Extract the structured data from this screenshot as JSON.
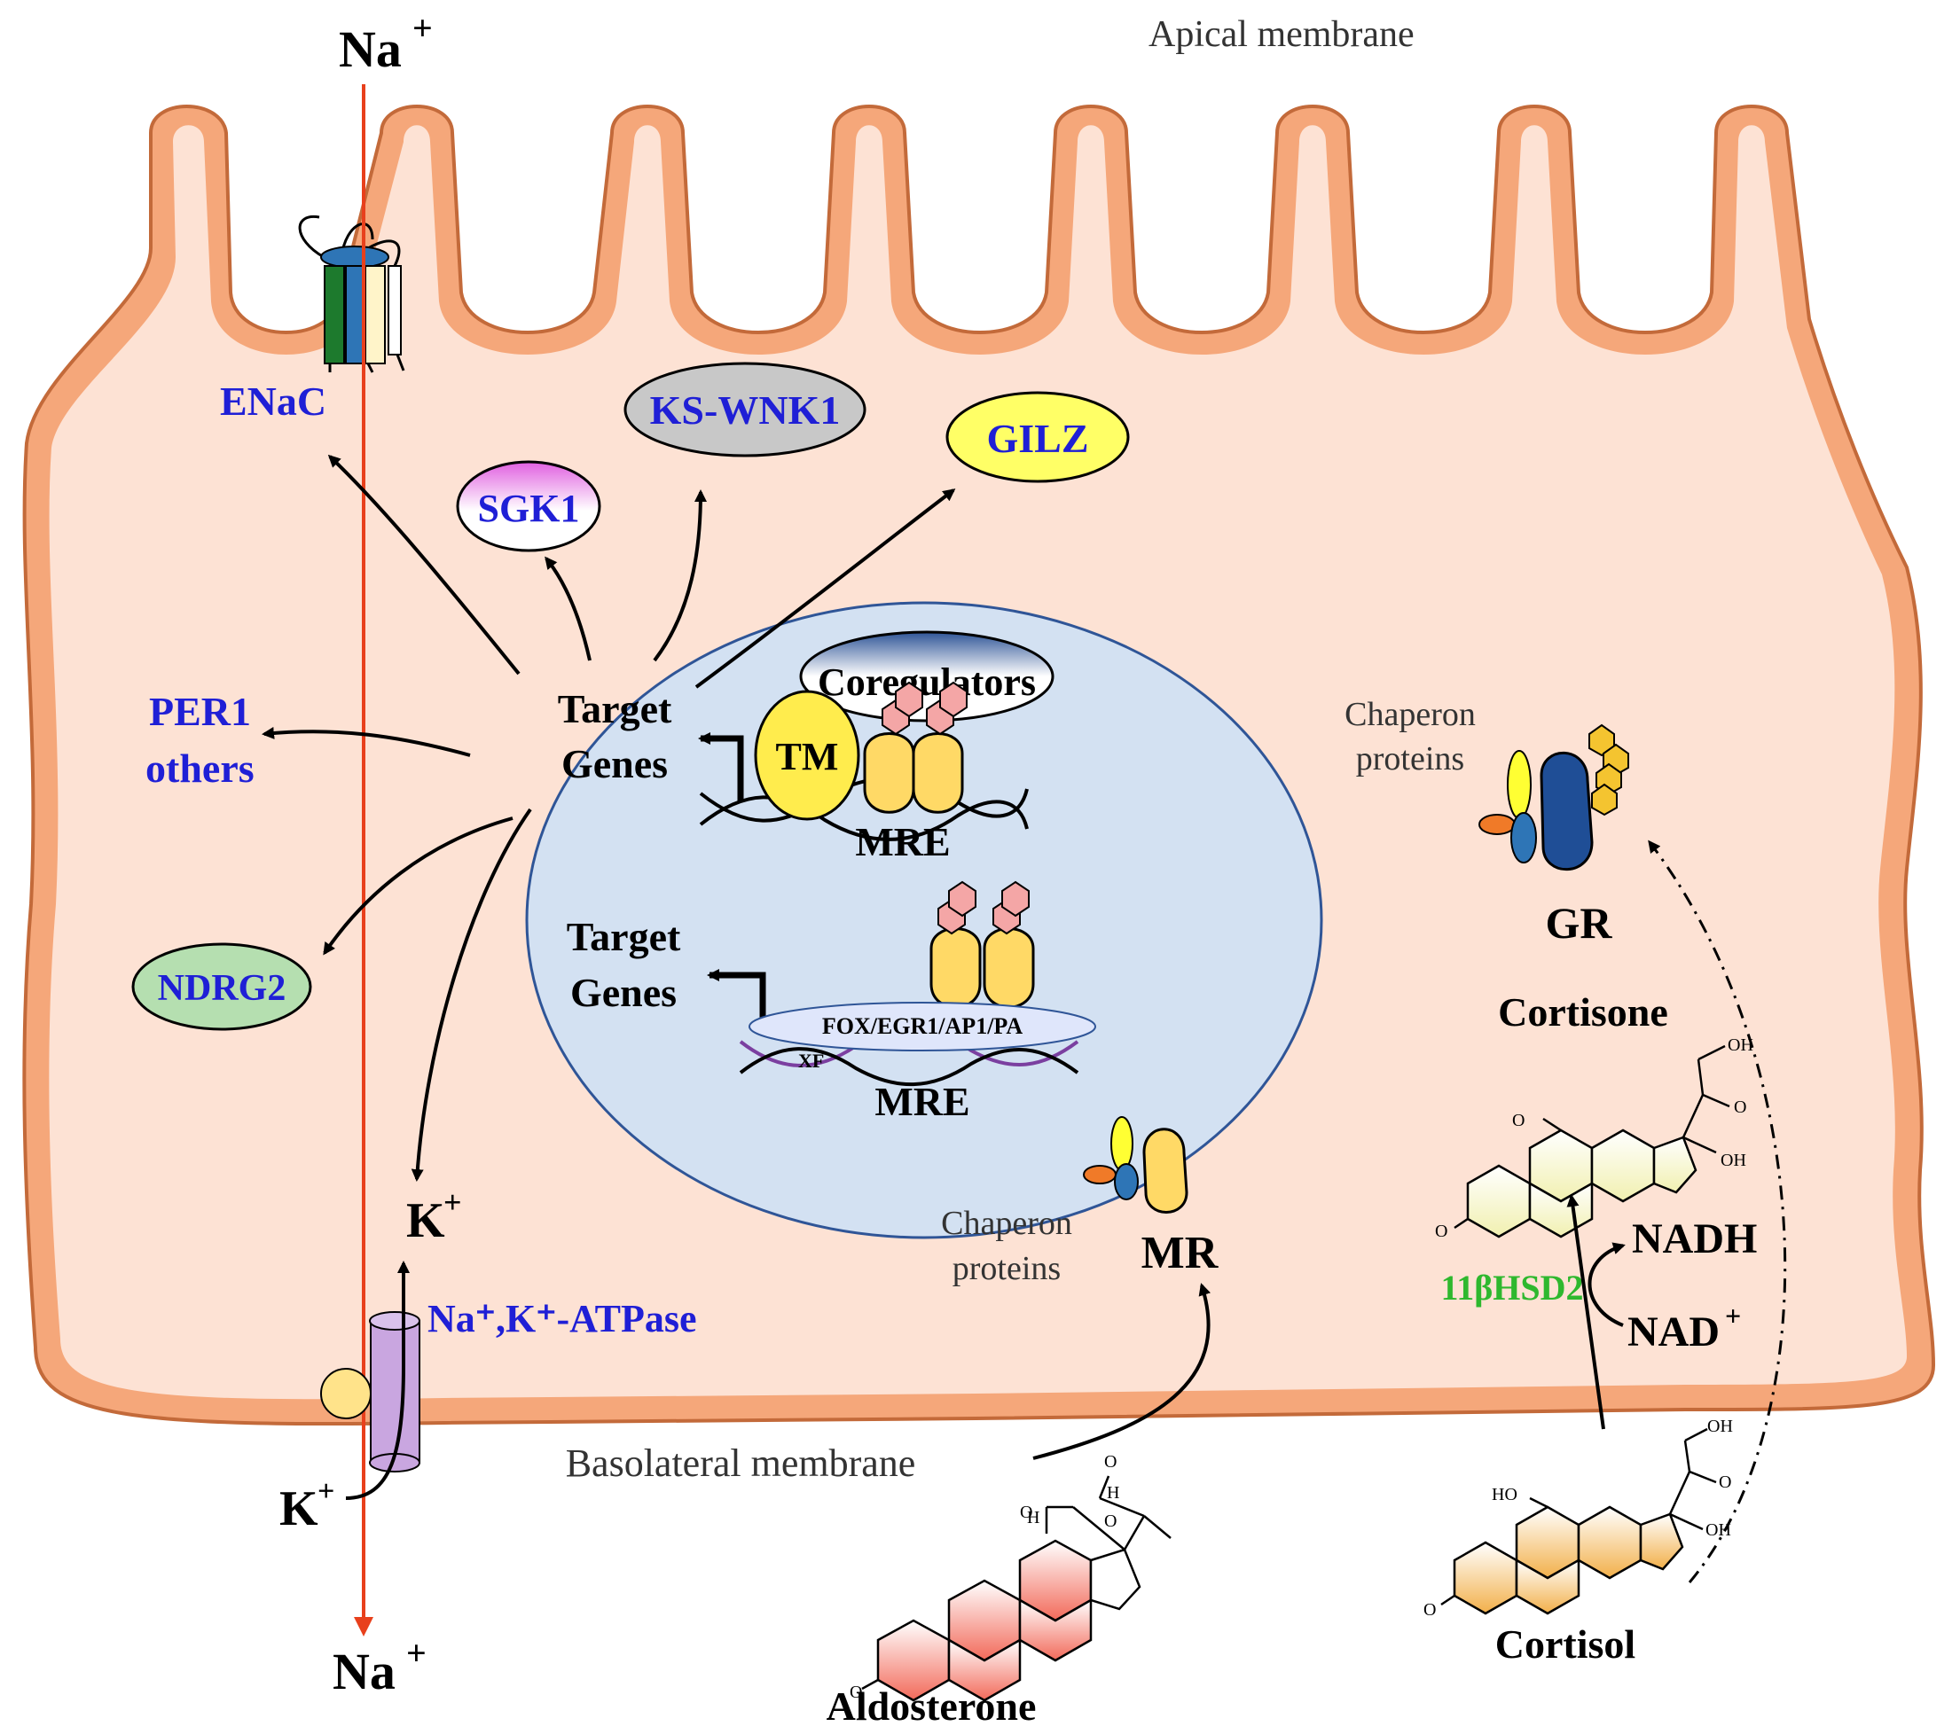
{
  "labels": {
    "na_top": "Na",
    "na_top_sup": "+",
    "apical_membrane": "Apical membrane",
    "enac": "ENaC",
    "ks_wnk1": "KS-WNK1",
    "gilz": "GILZ",
    "sgk1": "SGK1",
    "per1": "PER1",
    "others": "others",
    "coregulators": "Coregulators",
    "target_genes_1a": "Target",
    "target_genes_1b": "Genes",
    "tm": "TM",
    "mre_1": "MRE",
    "target_genes_2a": "Target",
    "target_genes_2b": "Genes",
    "fox": "FOX/EGR1/AP1/PA",
    "xf": "XF",
    "mre_2": "MRE",
    "ndrg2": "NDRG2",
    "chaperon_gr_1": "Chaperon",
    "chaperon_gr_2": "proteins",
    "gr": "GR",
    "cortisone": "Cortisone",
    "oh1": "OH",
    "o1": "O",
    "o2": "O",
    "oh2": "OH",
    "o3": "O",
    "k_plus_inner": "K",
    "k_plus_inner_sup": "+",
    "chaperon_mr_1": "Chaperon",
    "chaperon_mr_2": "proteins",
    "mr": "MR",
    "hsd": "11βHSD2",
    "nadh": "NADH",
    "nad": "NAD",
    "nad_sup": "+",
    "atpase": "Na⁺,K⁺-ATPase",
    "basolateral_membrane": "Basolateral membrane",
    "k_plus_outer": "K",
    "k_plus_outer_sup": "+",
    "aldo_o": "O",
    "aldo_h1": "H",
    "aldo_oh_o": "O",
    "aldo_oh_h": "H",
    "aldo_o2": "O",
    "aldo_o3": "O",
    "cortisol_oh_top": "OH",
    "cortisol_o_side": "O",
    "cortisol_ho": "HO",
    "cortisol_oh_side": "OH",
    "cortisol_o_ring": "O",
    "na_bottom": "Na",
    "na_bottom_sup": "+",
    "aldosterone": "Aldosterone",
    "cortisol": "Cortisol"
  },
  "colors": {
    "cell_fill": "#fde2d4",
    "membrane": "#f0a070",
    "membrane_stroke": "#c36a3a",
    "nucleus_fill": "#d3e1f2",
    "nucleus_stroke": "#2f5597",
    "na_line": "#e8401c",
    "label_blue": "#1f1fd6",
    "enzyme_green": "#2eb82e",
    "gilz_fill": "#ffff66",
    "ks_wnk1_fill": "#c8c8c8",
    "ndrg2_fill": "#b5dfb0",
    "receptor_yellow": "#ffd966",
    "hormone_pink": "#f4a6a6",
    "gr_blue": "#1f4e96"
  },
  "icons": [
    "enac-channel-icon",
    "atpase-pump-icon",
    "mr-receptor-icon",
    "gr-receptor-icon",
    "aldosterone-structure-icon",
    "cortisol-structure-icon",
    "cortisone-structure-icon",
    "dna-helix-icon"
  ]
}
